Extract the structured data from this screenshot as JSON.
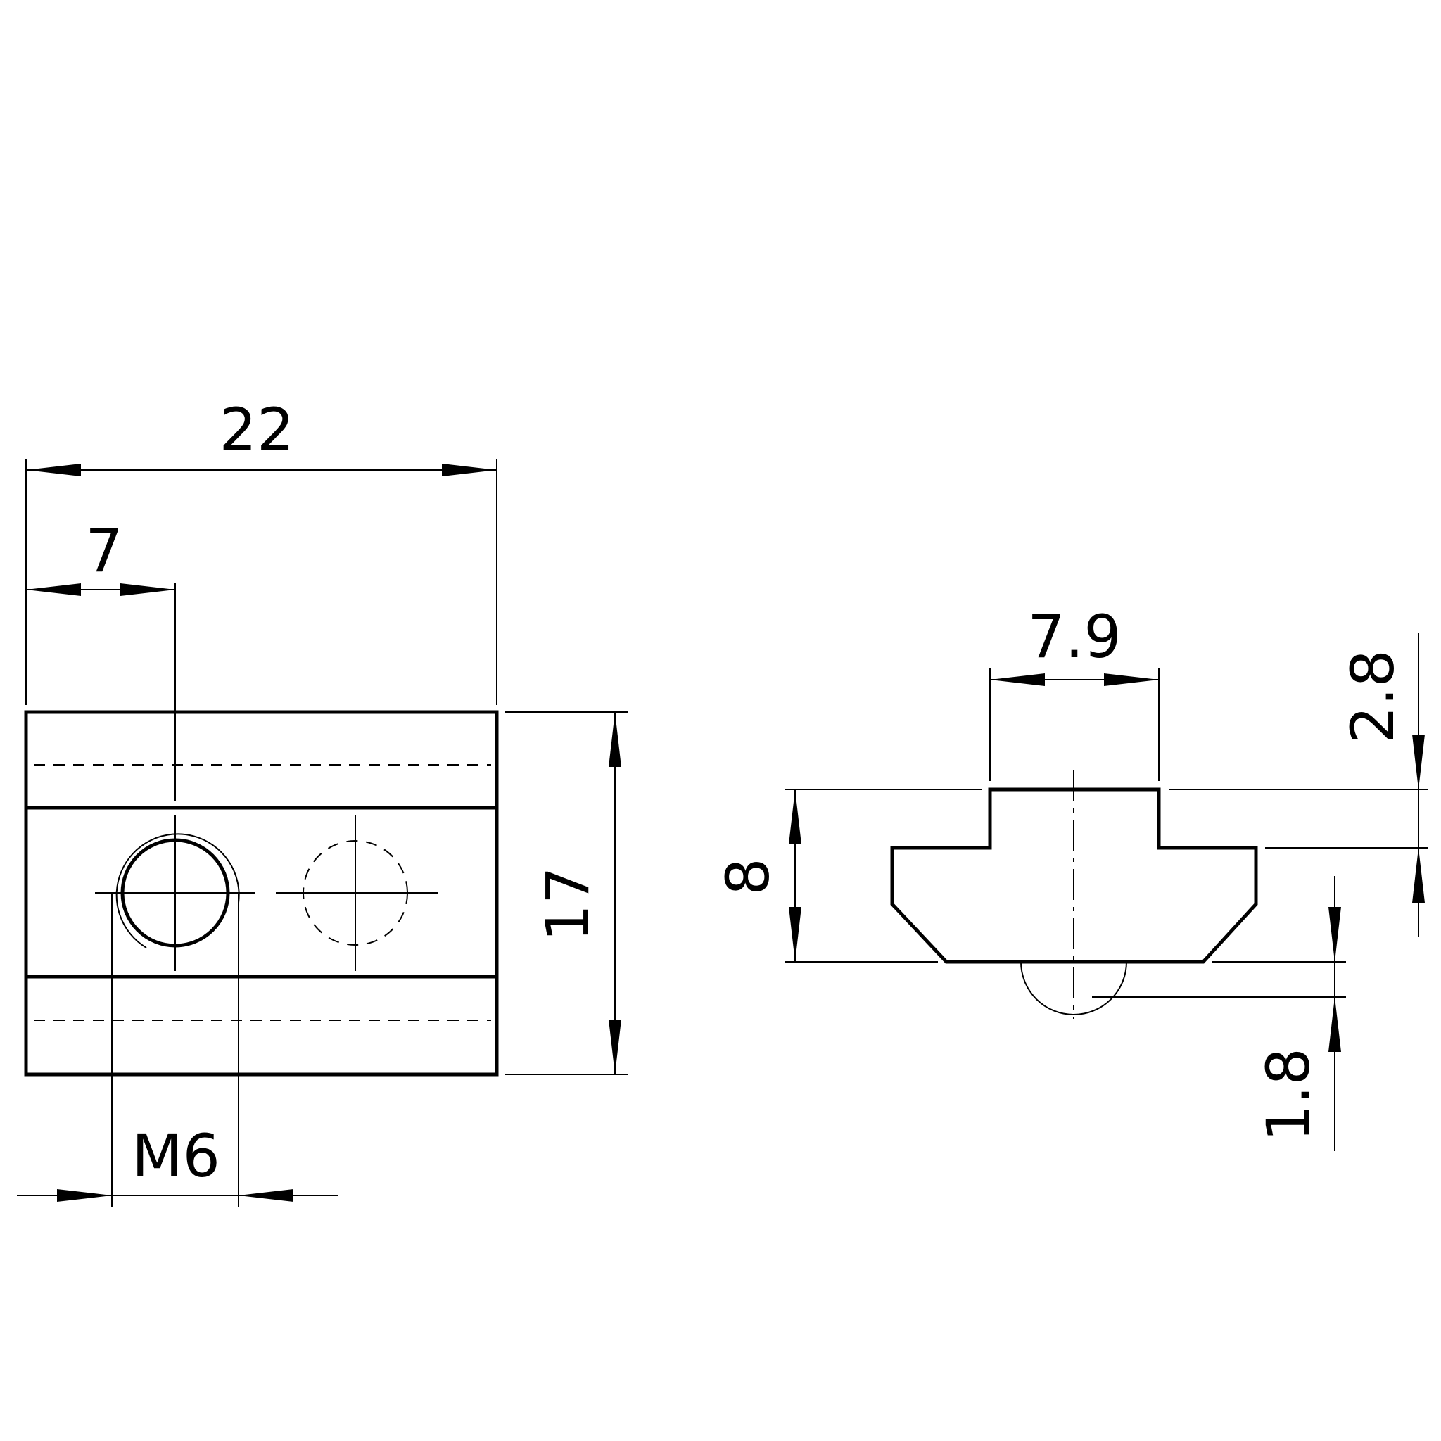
{
  "drawing": {
    "colors": {
      "line": "#000000",
      "background": "#ffffff"
    },
    "front_view": {
      "dimensions": {
        "overall_width": "22",
        "hole_offset": "7",
        "overall_height": "17",
        "thread": "M6"
      }
    },
    "side_view": {
      "dimensions": {
        "head_width": "7.9",
        "overall_height": "8",
        "head_height": "2.8",
        "ball_projection": "1.8"
      }
    }
  }
}
